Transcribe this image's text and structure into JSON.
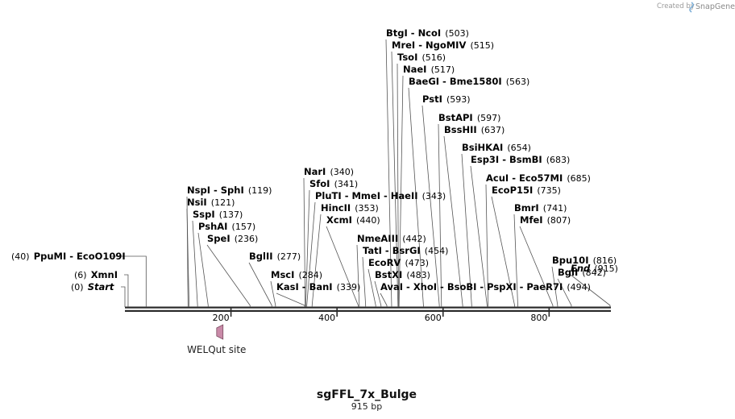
{
  "credit": {
    "prefix": "Created by",
    "brand": "SnapGene"
  },
  "sequence": {
    "name": "sgFFL_7x_Bulge",
    "length_label": "915 bp",
    "length": 915
  },
  "ticks": [
    200,
    400,
    600,
    800
  ],
  "feature": {
    "label": "WELQut site",
    "start": 173,
    "end": 185,
    "color": "#c98aa8"
  },
  "sites": [
    {
      "text": "(0)",
      "names": [
        "Start"
      ],
      "pos": 0,
      "italic": true
    },
    {
      "text": "(6)",
      "names": [
        "XmnI"
      ],
      "pos": 6
    },
    {
      "text": "(40)",
      "names": [
        "PpuMI",
        "EcoO109I"
      ],
      "pos": 40
    },
    {
      "text": "(119)",
      "names": [
        "NspI",
        "SphI"
      ],
      "pos": 119
    },
    {
      "text": "(121)",
      "names": [
        "NsiI"
      ],
      "pos": 121
    },
    {
      "text": "(137)",
      "names": [
        "SspI"
      ],
      "pos": 137
    },
    {
      "text": "(157)",
      "names": [
        "PshAI"
      ],
      "pos": 157
    },
    {
      "text": "(236)",
      "names": [
        "SpeI"
      ],
      "pos": 236
    },
    {
      "text": "(277)",
      "names": [
        "BglII"
      ],
      "pos": 277
    },
    {
      "text": "(284)",
      "names": [
        "MscI"
      ],
      "pos": 284
    },
    {
      "text": "(339)",
      "names": [
        "KasI",
        "BanI"
      ],
      "pos": 339
    },
    {
      "text": "(340)",
      "names": [
        "NarI"
      ],
      "pos": 340
    },
    {
      "text": "(341)",
      "names": [
        "SfoI"
      ],
      "pos": 341
    },
    {
      "text": "(343)",
      "names": [
        "PluTI",
        "MmeI",
        "HaeII"
      ],
      "pos": 343
    },
    {
      "text": "(353)",
      "names": [
        "HincII"
      ],
      "pos": 353
    },
    {
      "text": "(440)",
      "names": [
        "XcmI"
      ],
      "pos": 440
    },
    {
      "text": "(442)",
      "names": [
        "NmeAIII"
      ],
      "pos": 442
    },
    {
      "text": "(454)",
      "names": [
        "TatI",
        "BsrGI"
      ],
      "pos": 454
    },
    {
      "text": "(473)",
      "names": [
        "EcoRV"
      ],
      "pos": 473
    },
    {
      "text": "(483)",
      "names": [
        "BstXI"
      ],
      "pos": 483
    },
    {
      "text": "(494)",
      "names": [
        "AvaI",
        "XhoI",
        "BsoBI",
        "PspXI",
        "PaeR7I"
      ],
      "pos": 494
    },
    {
      "text": "(503)",
      "names": [
        "BtgI",
        "NcoI"
      ],
      "pos": 503
    },
    {
      "text": "(515)",
      "names": [
        "MreI",
        "NgoMIV"
      ],
      "pos": 515
    },
    {
      "text": "(516)",
      "names": [
        "TsoI"
      ],
      "pos": 516
    },
    {
      "text": "(517)",
      "names": [
        "NaeI"
      ],
      "pos": 517
    },
    {
      "text": "(563)",
      "names": [
        "BaeGI",
        "Bme1580I"
      ],
      "pos": 563
    },
    {
      "text": "(593)",
      "names": [
        "PstI"
      ],
      "pos": 593
    },
    {
      "text": "(597)",
      "names": [
        "BstAPI"
      ],
      "pos": 597
    },
    {
      "text": "(637)",
      "names": [
        "BssHII"
      ],
      "pos": 637
    },
    {
      "text": "(654)",
      "names": [
        "BsiHKAI"
      ],
      "pos": 654
    },
    {
      "text": "(683)",
      "names": [
        "Esp3I",
        "BsmBI"
      ],
      "pos": 683
    },
    {
      "text": "(685)",
      "names": [
        "AcuI",
        "Eco57MI"
      ],
      "pos": 685
    },
    {
      "text": "(735)",
      "names": [
        "EcoP15I"
      ],
      "pos": 735
    },
    {
      "text": "(741)",
      "names": [
        "BmrI"
      ],
      "pos": 741
    },
    {
      "text": "(807)",
      "names": [
        "MfeI"
      ],
      "pos": 807
    },
    {
      "text": "(816)",
      "names": [
        "Bpu10I"
      ],
      "pos": 816
    },
    {
      "text": "(842)",
      "names": [
        "BglI"
      ],
      "pos": 842
    },
    {
      "text": "(915)",
      "names": [
        "End"
      ],
      "pos": 915,
      "italic": true
    }
  ]
}
